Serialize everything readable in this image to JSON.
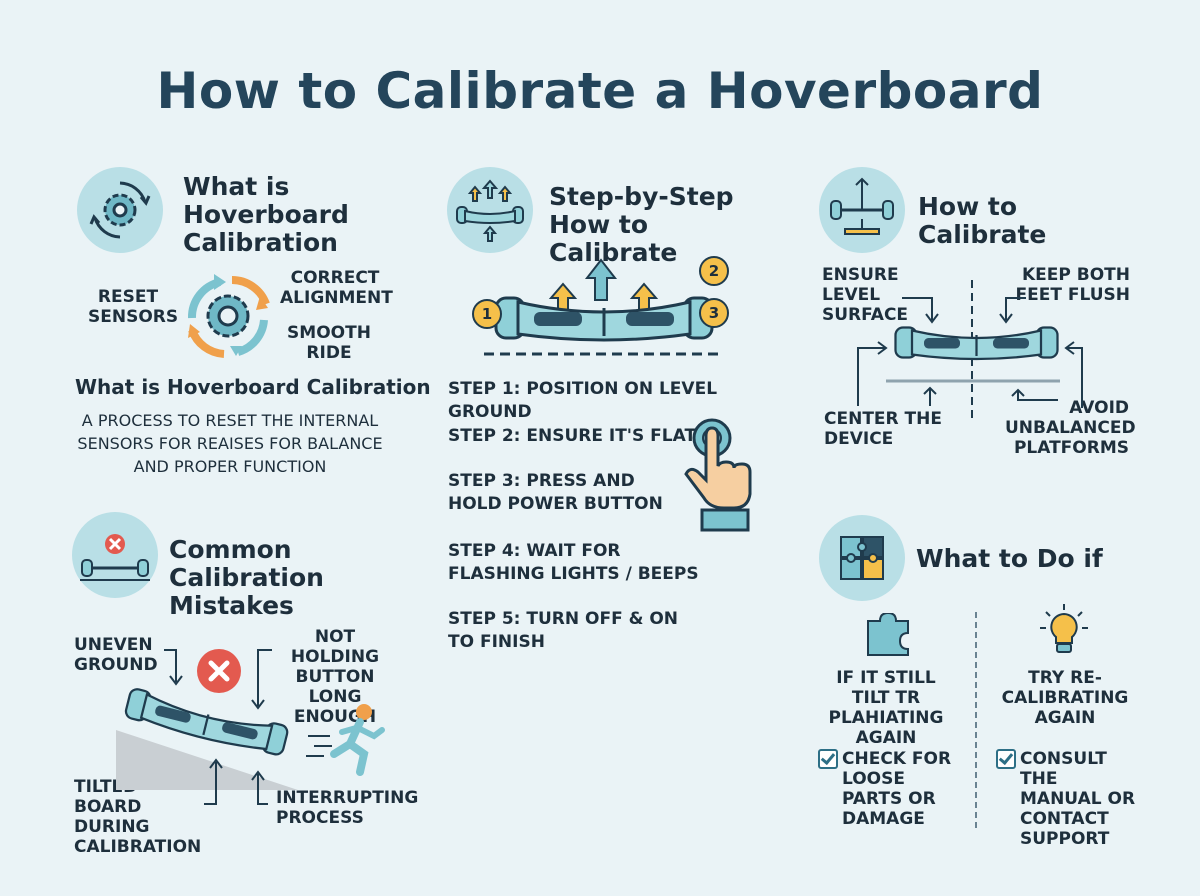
{
  "title": "How to Calibrate a Hoverboard",
  "what_is": {
    "heading": "What is Hoverboard Calibration",
    "labels": {
      "reset": "RESET SENSORS",
      "correct": "CORRECT ALIGNMENT",
      "smooth": "SMOOTH RIDE"
    },
    "subheading": "What is Hoverboard Calibration",
    "description": "A PROCESS TO RESET THE INTERNAL SENSORS FOR REAISES FOR BALANCE AND PROPER FUNCTION"
  },
  "steps": {
    "heading": "Step-by-Step How to Calibrate",
    "badges": [
      "1",
      "2",
      "3"
    ],
    "items": [
      "STEP 1: POSITION ON LEVEL GROUND",
      "STEP 2: ENSURE IT'S FLAT",
      "STEP 3: PRESS AND HOLD POWER BUTTON",
      "STEP 4: WAIT FOR FLASHING LIGHTS / BEEPS",
      "STEP 5: TURN OFF & ON TO FINISH"
    ]
  },
  "how_to": {
    "heading": "How to Calibrate",
    "labels": {
      "level": "ENSURE LEVEL SURFACE",
      "feet": "KEEP BOTH FEET FLUSH",
      "center": "CENTER THE DEVICE",
      "avoid": "AVOID UNBALANCED PLATFORMS"
    }
  },
  "mistakes": {
    "heading": "Common Calibration Mistakes",
    "labels": {
      "uneven": "UNEVEN GROUND",
      "not_holding": "NOT HOLDING BUTTON LONG ENOUGH",
      "tilted": "TILTED BOARD DURING CALIBRATION",
      "interrupting": "INTERRUPTING PROCESS"
    }
  },
  "what_to_do": {
    "heading": "What to Do if",
    "left_title": "IF IT STILL TILT TR PLAHIATING AGAIN",
    "right_title": "TRY RE-CALIBRATING AGAIN",
    "left_check": "CHECK FOR LOOSE PARTS OR DAMAGE",
    "right_check": "CONSULT THE MANUAL OR CONTACT SUPPORT"
  },
  "colors": {
    "teal": "#7cc3cf",
    "dark": "#24455b",
    "orange": "#f0a04b",
    "red": "#e35a4f",
    "badge": "#f5c04a"
  }
}
